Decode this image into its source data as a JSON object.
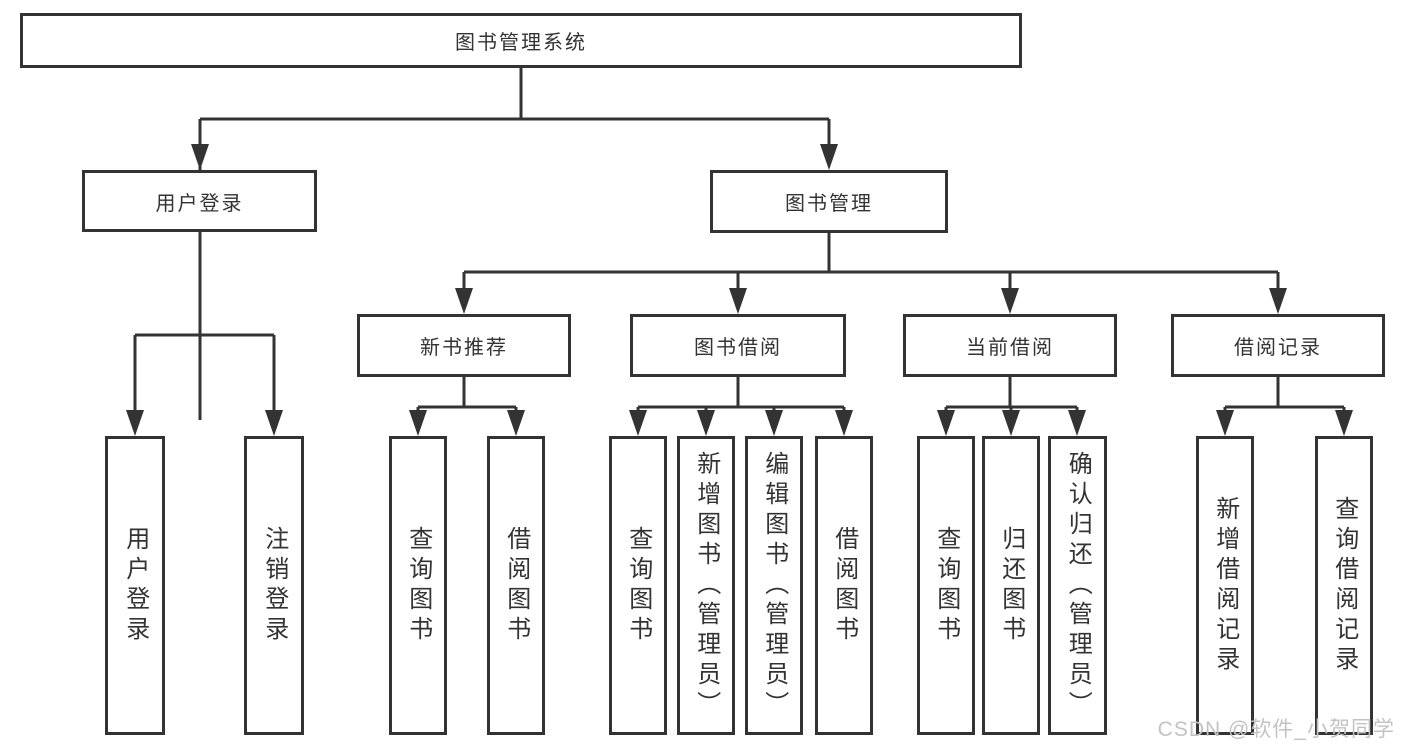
{
  "tree": {
    "label": "图书管理系统",
    "children": [
      {
        "label": "用户登录",
        "children": [
          {
            "label": "用户登录"
          },
          {
            "label": "注销登录"
          }
        ]
      },
      {
        "label": "图书管理",
        "children": [
          {
            "label": "新书推荐",
            "children": [
              {
                "label": "查询图书"
              },
              {
                "label": "借阅图书"
              }
            ]
          },
          {
            "label": "图书借阅",
            "children": [
              {
                "label": "查询图书"
              },
              {
                "label": "新增图书（管理员）"
              },
              {
                "label": "编辑图书（管理员）"
              },
              {
                "label": "借阅图书"
              }
            ]
          },
          {
            "label": "当前借阅",
            "children": [
              {
                "label": "查询图书"
              },
              {
                "label": "归还图书"
              },
              {
                "label": "确认归还（管理员）"
              }
            ]
          },
          {
            "label": "借阅记录",
            "children": [
              {
                "label": "新增借阅记录"
              },
              {
                "label": "查询借阅记录"
              }
            ]
          }
        ]
      }
    ]
  },
  "watermark": {
    "text": "CSDN @软件_小贺同学",
    "color": "#c3c3c3"
  },
  "colors": {
    "line": "#333333",
    "text": "#333333",
    "background": "#ffffff",
    "box_fill": "#ffffff"
  }
}
